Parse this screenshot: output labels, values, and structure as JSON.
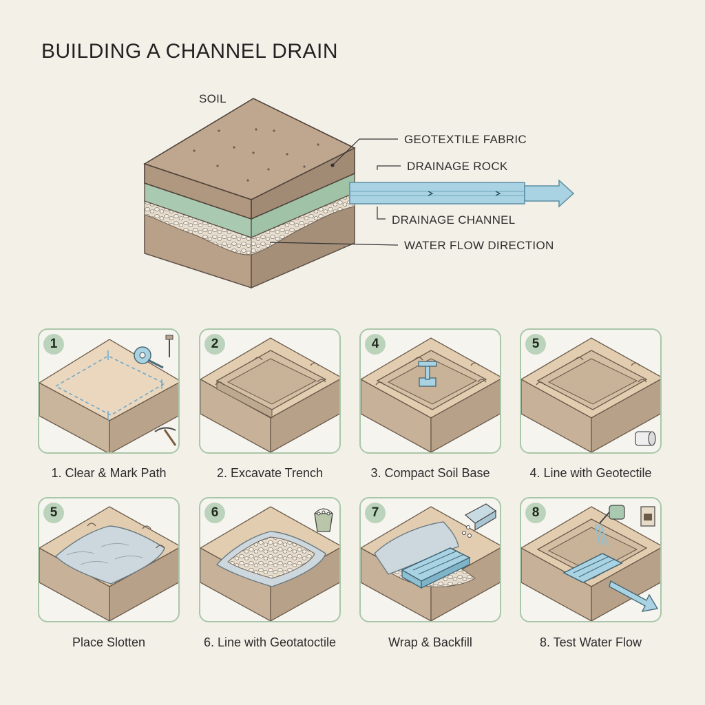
{
  "title": "BUILDING A CHANNEL DRAIN",
  "diagram": {
    "labels": {
      "soil": "SOIL",
      "geotextile": "GEOTEXTILE FABRIC",
      "rock": "DRAINAGE ROCK",
      "channel": "DRAINAGE CHANNEL",
      "flow": "WATER FLOW DIRECTION"
    },
    "colors": {
      "soil_top": "#bfa68e",
      "soil_side": "#a8927c",
      "fabric": "#a9c9b0",
      "channel": "#a9d3e3",
      "background": "#f3f0e8",
      "panel_border": "#a9c7a9"
    }
  },
  "steps": [
    {
      "badge": "1",
      "caption": "1. Clear & Mark Path",
      "icons": [
        "tape-measure-icon",
        "stake-icon",
        "pickaxe-icon"
      ]
    },
    {
      "badge": "2",
      "caption": "2. Excavate Trench",
      "icons": []
    },
    {
      "badge": "4",
      "caption": "3. Compact Soil Base",
      "icons": [
        "tamper-icon"
      ]
    },
    {
      "badge": "5",
      "caption": "4. Line with Geotectile",
      "icons": [
        "fabric-roll-icon"
      ]
    },
    {
      "badge": "5",
      "caption": "Place Slotten",
      "icons": []
    },
    {
      "badge": "6",
      "caption": "6. Line with Geotatoctile",
      "icons": [
        "gravel-bucket-icon"
      ]
    },
    {
      "badge": "7",
      "caption": "Wrap & Backfill",
      "icons": [
        "gravel-bag-icon",
        "channel-grate-icon"
      ]
    },
    {
      "badge": "8",
      "caption": "8. Test Water Flow",
      "icons": [
        "watering-can-icon",
        "seed-bag-icon",
        "flow-arrow-icon"
      ]
    }
  ]
}
